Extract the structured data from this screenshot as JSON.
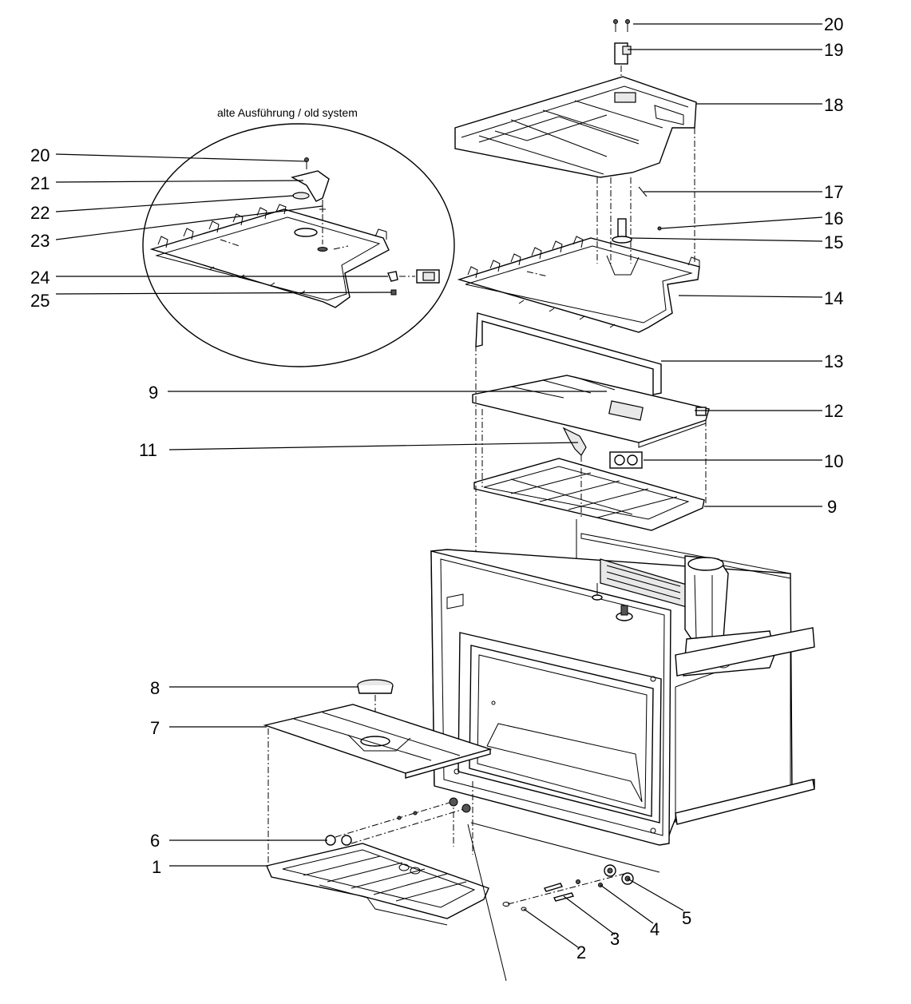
{
  "inset": {
    "title": "alte Ausführung / old system"
  },
  "labels": [
    {
      "id": "l20a",
      "text": "20"
    },
    {
      "id": "l19",
      "text": "19"
    },
    {
      "id": "l18",
      "text": "18"
    },
    {
      "id": "l17",
      "text": "17"
    },
    {
      "id": "l16",
      "text": "16"
    },
    {
      "id": "l15",
      "text": "15"
    },
    {
      "id": "l14",
      "text": "14"
    },
    {
      "id": "l13",
      "text": "13"
    },
    {
      "id": "l12",
      "text": "12"
    },
    {
      "id": "l10",
      "text": "10"
    },
    {
      "id": "l9b",
      "text": "9"
    },
    {
      "id": "l9a",
      "text": "9"
    },
    {
      "id": "l11",
      "text": "11"
    },
    {
      "id": "l8",
      "text": "8"
    },
    {
      "id": "l7",
      "text": "7"
    },
    {
      "id": "l6",
      "text": "6"
    },
    {
      "id": "l1",
      "text": "1"
    },
    {
      "id": "l2",
      "text": "2"
    },
    {
      "id": "l3",
      "text": "3"
    },
    {
      "id": "l4",
      "text": "4"
    },
    {
      "id": "l5",
      "text": "5"
    },
    {
      "id": "l20b",
      "text": "20"
    },
    {
      "id": "l21",
      "text": "21"
    },
    {
      "id": "l22",
      "text": "22"
    },
    {
      "id": "l23",
      "text": "23"
    },
    {
      "id": "l24",
      "text": "24"
    },
    {
      "id": "l25",
      "text": "25"
    }
  ]
}
